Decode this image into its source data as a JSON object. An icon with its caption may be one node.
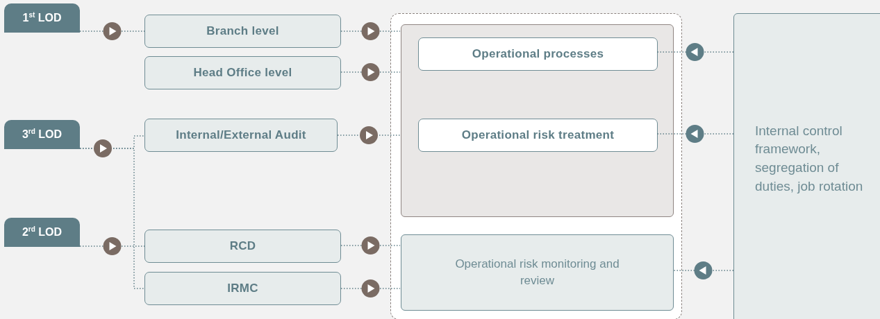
{
  "diagram": {
    "nodes": [
      {
        "text": [
          "1$^{st}$ LOD"
        ]
      },
      {
        "text": [
          "Branch level"
        ]
      },
      {
        "text": [
          "Head Office level"
        ]
      },
      {
        "text": [
          "3$^{rd}$ LOD"
        ]
      },
      {
        "text": [
          "Internal/External Audit"
        ]
      },
      {
        "text": [
          "2$^{rd}$ LOD"
        ]
      },
      {
        "text": [
          "RCD"
        ]
      },
      {
        "text": [
          "IRMC"
        ]
      },
      {
        "text": [],
        "shape": "box"
      },
      {
        "text": [],
        "shape": "box",
        "in": 8
      },
      {
        "text": [
          "Operational processes"
        ],
        "in": 9
      },
      {
        "text": [
          "Operational risk treatment"
        ],
        "in": 9
      },
      {
        "text": [
          "Operational risk monitoring and review"
        ],
        "in": 8
      },
      {
        "text": [
          "Internal control framework, segregation of duties, job rotation"
        ]
      }
    ],
    "edges": [
      {
        "from": 0,
        "to": 1,
        "arrow": "to"
      },
      {
        "from": 3,
        "to": 4,
        "arrow": "to"
      },
      {
        "from": 3,
        "to": 7,
        "arrow": "to"
      },
      {
        "from": 5,
        "to": 6,
        "arrow": "to"
      },
      {
        "from": 1,
        "to": 9,
        "arrow": "to"
      },
      {
        "from": 2,
        "to": 9,
        "arrow": "to"
      },
      {
        "from": 4,
        "to": 9,
        "arrow": "to"
      },
      {
        "from": 6,
        "to": 12,
        "arrow": "to"
      },
      {
        "from": 7,
        "to": 12,
        "arrow": "to"
      },
      {
        "from": 13,
        "to": 10,
        "arrow": "to"
      },
      {
        "from": 13,
        "to": 11,
        "arrow": "to"
      },
      {
        "from": 13,
        "to": 12,
        "arrow": "to"
      }
    ]
  }
}
